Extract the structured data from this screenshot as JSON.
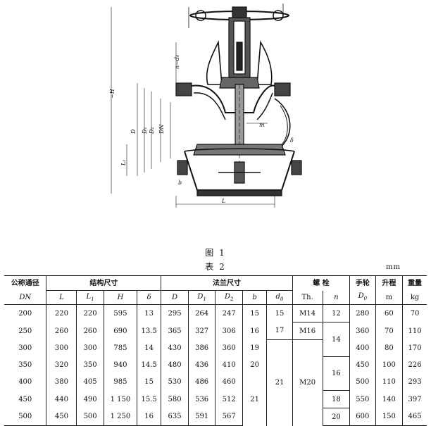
{
  "figure": {
    "caption": "图 1",
    "dimension_labels": [
      "n−d₀",
      "~H",
      "D",
      "D₁",
      "D₂",
      "DN",
      "L₁",
      "L",
      "b",
      "m",
      "δ"
    ]
  },
  "table": {
    "caption": "表 2",
    "unit": "mm",
    "group_headers": {
      "nominal": "公称通径",
      "structure": "结构尺寸",
      "flange": "法兰尺寸",
      "bolt": "螺  栓",
      "handwheel": "手轮",
      "lift": "升程",
      "weight": "重量"
    },
    "sub_headers": {
      "dn": "DN",
      "L": "L",
      "L1": "L",
      "L1_sub": "1",
      "H": "H",
      "delta": "δ",
      "D": "D",
      "D1": "D",
      "D1_sub": "1",
      "D2": "D",
      "D2_sub": "2",
      "b": "b",
      "d0": "d",
      "d0_sub": "0",
      "th": "Th.",
      "n": "n",
      "D0": "D",
      "D0_sub": "0",
      "m": "m",
      "kg": "kg"
    },
    "rows": [
      {
        "dn": "200",
        "L": "220",
        "L1": "220",
        "H": "595",
        "delta": "13",
        "D": "295",
        "D1": "264",
        "D2": "247",
        "b": "15",
        "d0": "15",
        "th": "M14",
        "n": "12",
        "D0": "280",
        "m": "60",
        "kg": "70"
      },
      {
        "dn": "250",
        "L": "260",
        "L1": "260",
        "H": "690",
        "delta": "13.5",
        "D": "365",
        "D1": "327",
        "D2": "306",
        "b": "16",
        "d0": "17",
        "th": "M16",
        "n": "14",
        "D0": "360",
        "m": "70",
        "kg": "110"
      },
      {
        "dn": "300",
        "L": "300",
        "L1": "300",
        "H": "785",
        "delta": "14",
        "D": "430",
        "D1": "386",
        "D2": "360",
        "b": "19",
        "d0": "",
        "th": "",
        "n": "",
        "D0": "400",
        "m": "80",
        "kg": "170"
      },
      {
        "dn": "350",
        "L": "320",
        "L1": "350",
        "H": "940",
        "delta": "14.5",
        "D": "480",
        "D1": "436",
        "D2": "410",
        "b": "20",
        "d0": "21",
        "th": "M20",
        "n": "16",
        "D0": "450",
        "m": "100",
        "kg": "226"
      },
      {
        "dn": "400",
        "L": "380",
        "L1": "405",
        "H": "985",
        "delta": "15",
        "D": "530",
        "D1": "486",
        "D2": "460",
        "b": "21",
        "d0": "",
        "th": "",
        "n": "",
        "D0": "500",
        "m": "110",
        "kg": "293"
      },
      {
        "dn": "450",
        "L": "440",
        "L1": "490",
        "H": "1 150",
        "delta": "15.5",
        "D": "580",
        "D1": "536",
        "D2": "512",
        "b": "",
        "d0": "",
        "th": "",
        "n": "18",
        "D0": "550",
        "m": "140",
        "kg": "397"
      },
      {
        "dn": "500",
        "L": "450",
        "L1": "500",
        "H": "1 250",
        "delta": "16",
        "D": "635",
        "D1": "591",
        "D2": "567",
        "b": "",
        "d0": "",
        "th": "",
        "n": "20",
        "D0": "600",
        "m": "150",
        "kg": "465"
      }
    ]
  }
}
